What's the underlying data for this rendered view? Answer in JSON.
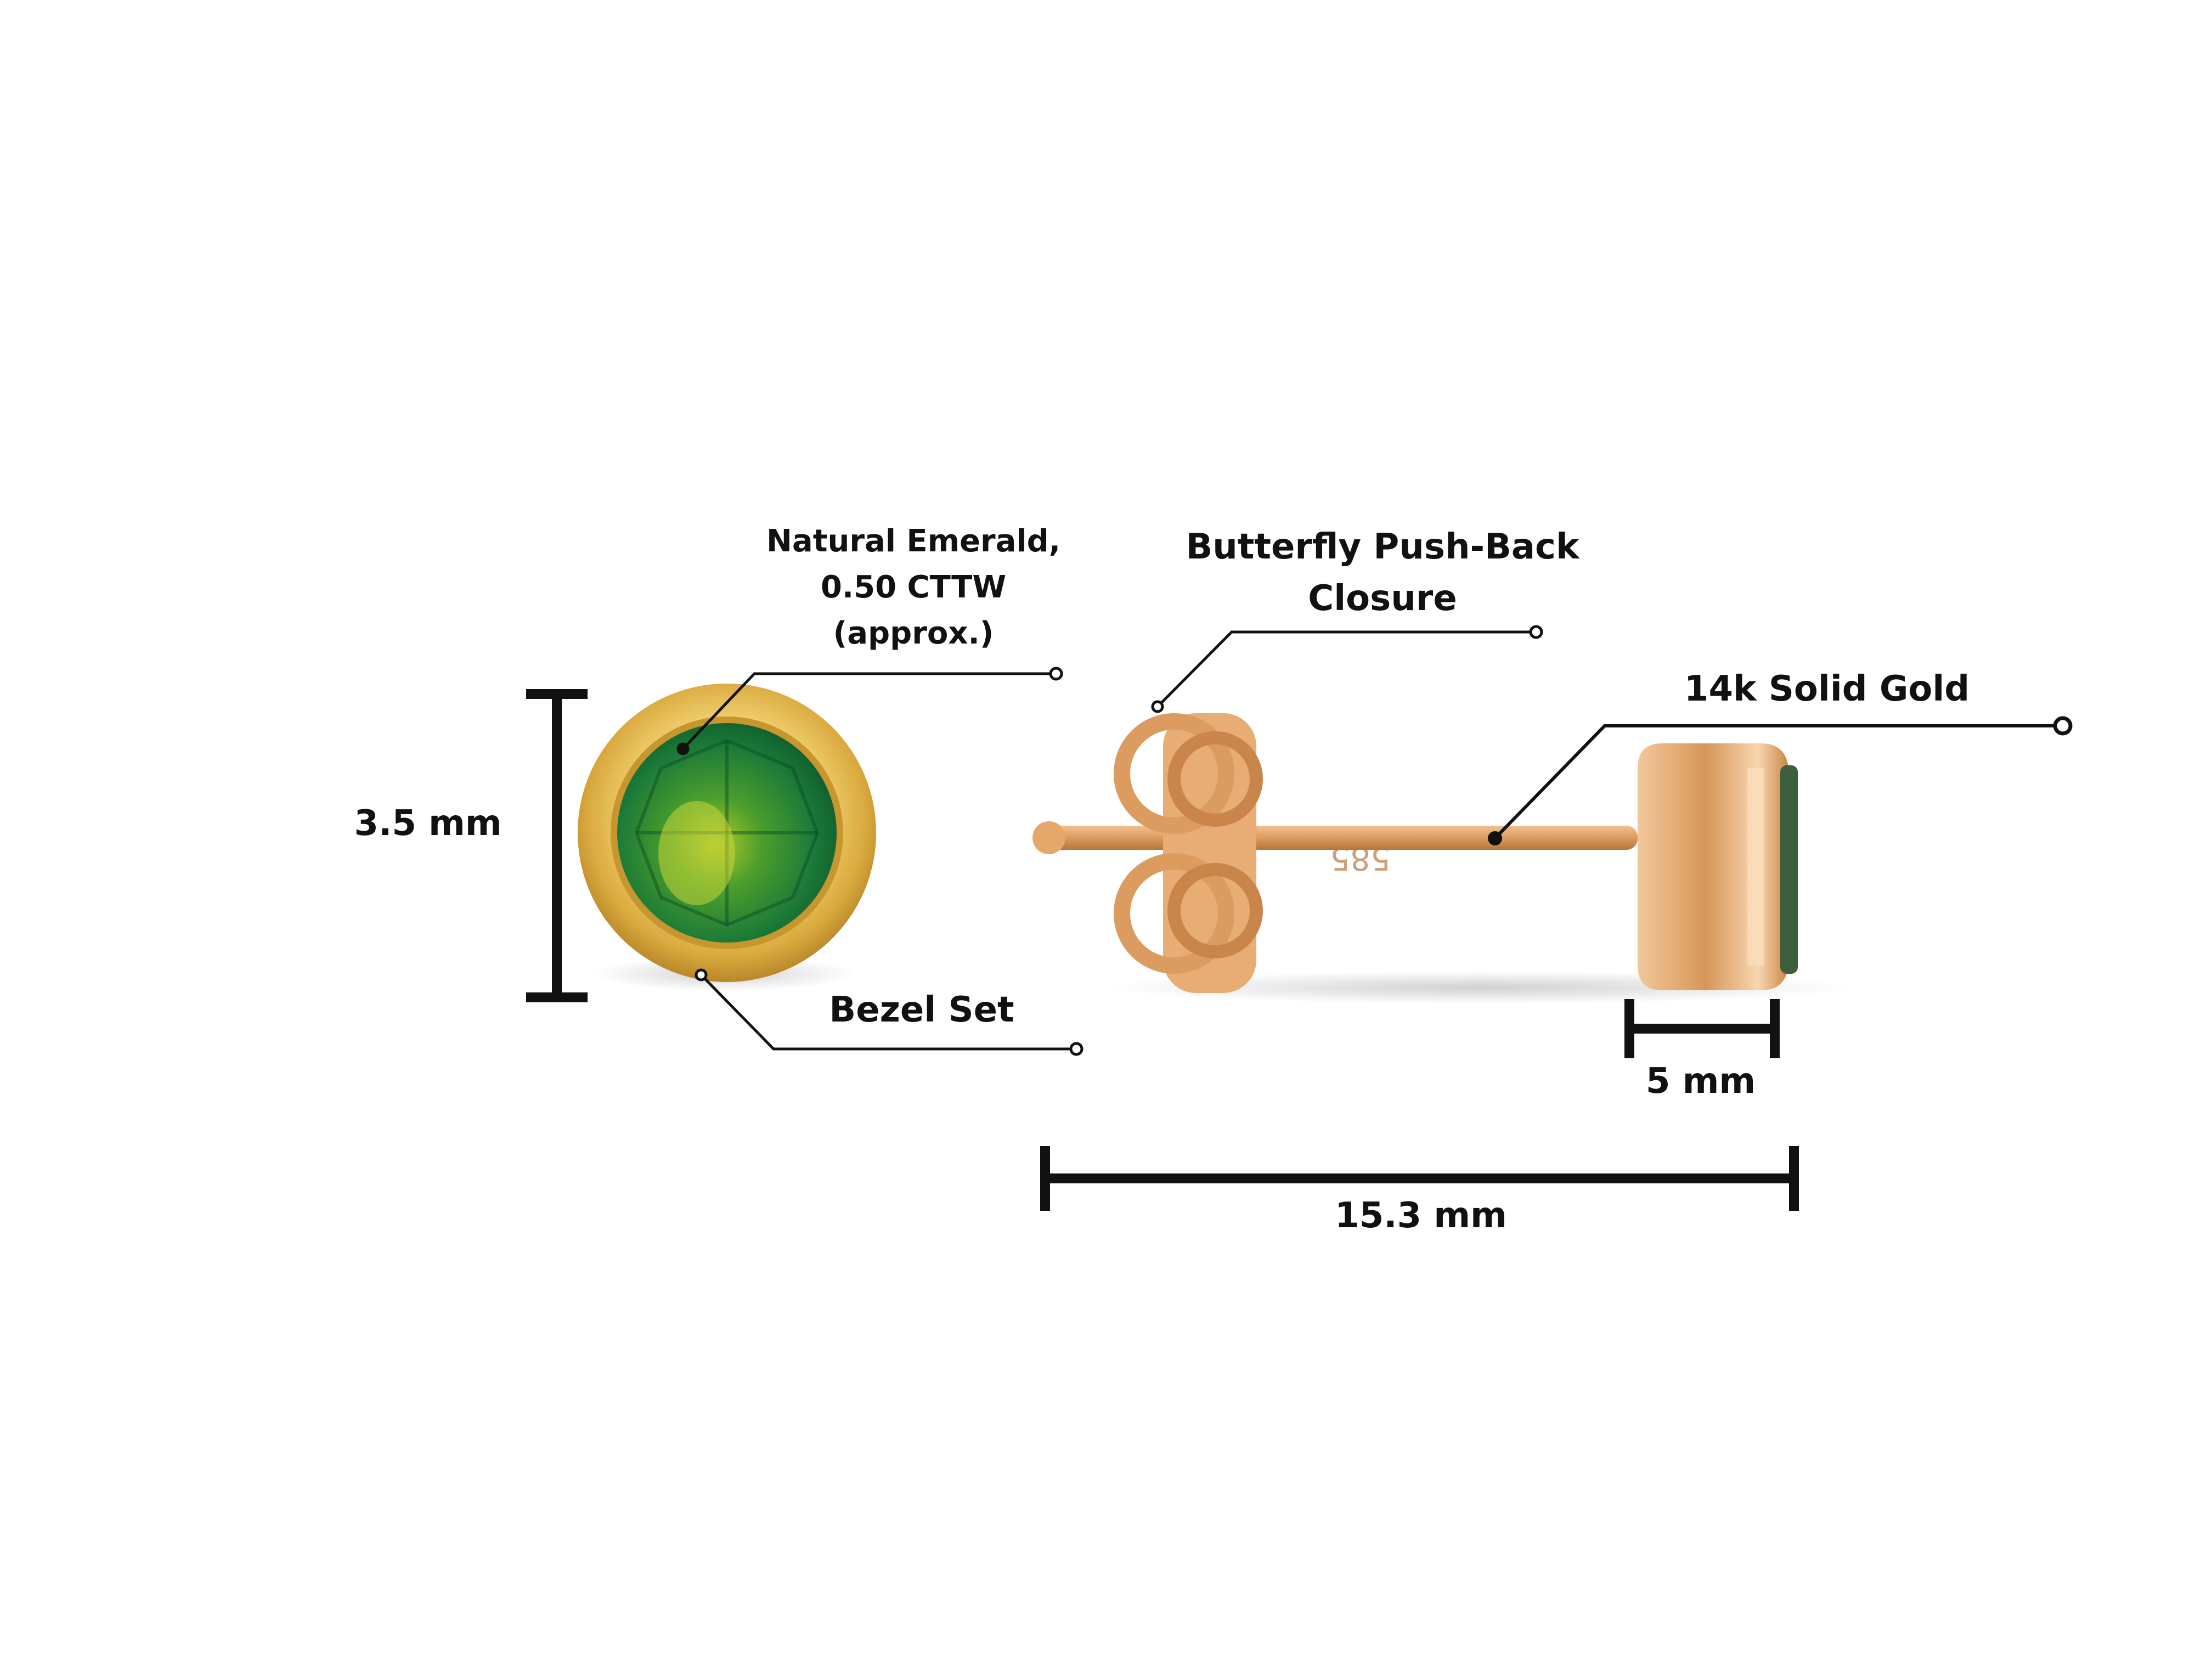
{
  "colors": {
    "background": "#ffffff",
    "ink": "#111111",
    "gold_yellow": "#e9c35a",
    "gold_rose": "#d99a5a",
    "emerald": "#1f8a3c",
    "emerald_light": "#8fbf2a"
  },
  "callouts": {
    "emerald": {
      "line1": "Natural Emerald,",
      "line2": "0.50 CTTW",
      "line3": "(approx.)"
    },
    "closure": {
      "line1": "Butterfly Push-Back",
      "line2": "Closure"
    },
    "metal": "14k Solid Gold",
    "setting": "Bezel Set"
  },
  "dimensions": {
    "diameter": "3.5 mm",
    "bezel_depth": "5 mm",
    "total_length": "15.3 mm"
  }
}
